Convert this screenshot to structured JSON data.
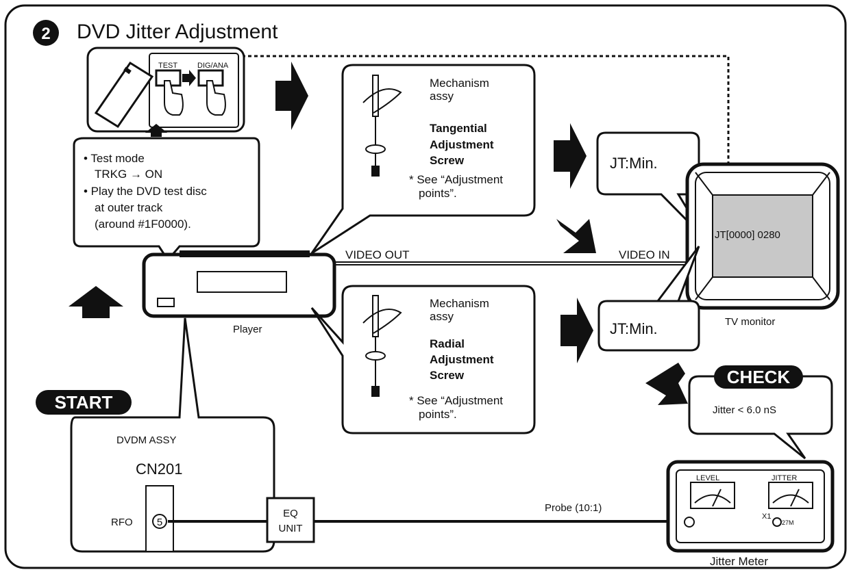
{
  "header": {
    "step_number": "2",
    "title": "DVD Jitter Adjustment"
  },
  "remote": {
    "button1_label": "TEST",
    "button2_label": "DIG/ANA"
  },
  "test_mode_note": {
    "line1": "• Test mode",
    "line2": "TRKG  → ON",
    "line3": "• Play the DVD test disc",
    "line4": "at outer track",
    "line5": "(around #1F0000)."
  },
  "tangential_box": {
    "line1": "Mechanism",
    "line2": "assy",
    "bold1": "Tangential",
    "bold2": "Adjustment",
    "bold3": "Screw",
    "note1": "* See “Adjustment",
    "note2": "points”."
  },
  "radial_box": {
    "line1": "Mechanism",
    "line2": "assy",
    "bold1": "Radial",
    "bold2": "Adjustment",
    "bold3": "Screw",
    "note1": "* See “Adjustment",
    "note2": "points”."
  },
  "jt_min_top": "JT:Min.",
  "jt_min_bottom": "JT:Min.",
  "tv": {
    "screen_text": "JT[0000]  0280",
    "label": "TV monitor"
  },
  "video": {
    "out_label": "VIDEO OUT",
    "in_label": "VIDEO IN"
  },
  "player_label": "Player",
  "start_badge": "START",
  "dvdm": {
    "assy_label": "DVDM ASSY",
    "connector": "CN201",
    "pin_label": "RFO",
    "pin_number": "5"
  },
  "eq_unit": {
    "line1": "EQ",
    "line2": "UNIT"
  },
  "probe_label": "Probe (10:1)",
  "check": {
    "badge": "CHECK",
    "text": "Jitter < 6.0 nS"
  },
  "jitter_meter": {
    "level_label": "LEVEL",
    "jitter_label": "JITTER",
    "x1_label": "X1",
    "m27_label": "27M",
    "label": "Jitter Meter"
  }
}
